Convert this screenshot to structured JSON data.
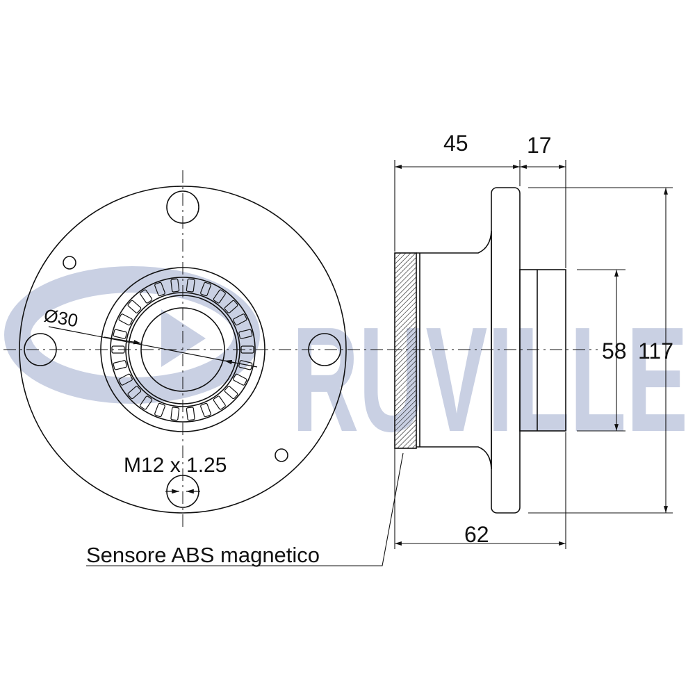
{
  "watermark": {
    "brand": "RUVILLE",
    "color": "#c9d0e3"
  },
  "line_color": "#111111",
  "labels": {
    "dim_45": "45",
    "dim_17": "17",
    "dim_58": "58",
    "dim_117": "117",
    "dim_62": "62",
    "bore": "Ø30",
    "thread": "M12 x 1.25",
    "sensor": "Sensore ABS magnetico"
  }
}
